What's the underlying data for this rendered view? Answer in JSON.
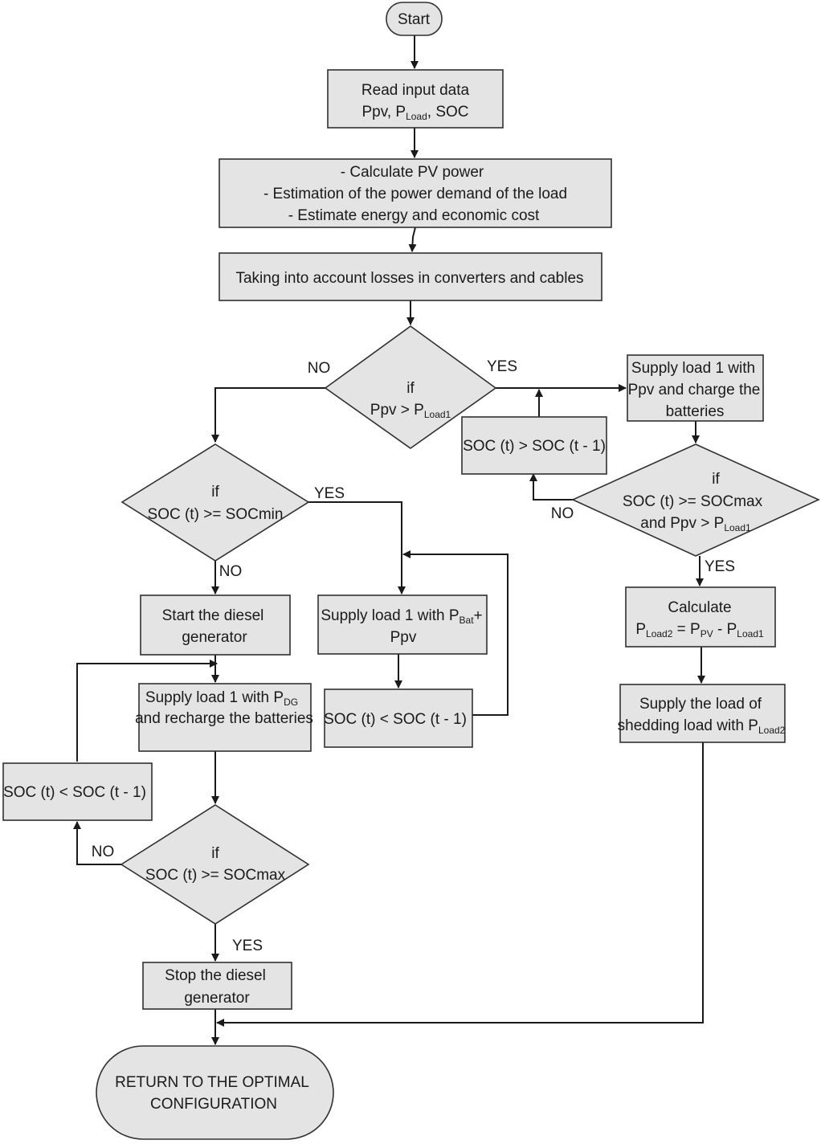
{
  "flowchart": {
    "start": "Start",
    "read": {
      "line1": "Read input data",
      "line2_a": "Ppv, P",
      "line2_sub": "Load",
      "line2_b": ", SOC"
    },
    "calc": {
      "line1": "- Calculate PV power",
      "line2": "- Estimation of the power demand of the load",
      "line3": "- Estimate energy and economic cost"
    },
    "losses": "Taking into account losses in converters and cables",
    "decision1": {
      "line1": "if",
      "line2_a": "Ppv > P",
      "line2_sub": "Load1"
    },
    "supply_pv": {
      "line1": "Supply load 1 with",
      "line2": "Ppv and charge the",
      "line3": "batteries"
    },
    "soc_increase": "SOC (t) > SOC (t - 1)",
    "decision_socmax_pv": {
      "line1": "if",
      "line2": "SOC (t) >= SOCmax",
      "line3_a": "and Ppv > P",
      "line3_sub": "Load1"
    },
    "calculate": {
      "line1": "Calculate",
      "line2_a": "P",
      "line2_sub1": "Load2",
      "line2_b": " = P",
      "line2_sub2": "PV",
      "line2_c": " - P",
      "line2_sub3": "Load1"
    },
    "shedding": {
      "line1": "Supply the load of",
      "line2_a": "shedding load with P",
      "line2_sub": "Load2"
    },
    "decision_socmin": {
      "line1": "if",
      "line2": "SOC (t) >= SOCmin"
    },
    "supply_bat": {
      "line1_a": "Supply load 1 with P",
      "line1_sub": "Bat",
      "line1_b": "+",
      "line2": "Ppv"
    },
    "soc_decrease_bat": "SOC (t) < SOC (t - 1)",
    "start_diesel": {
      "line1": "Start the diesel",
      "line2": "generator"
    },
    "supply_dg": {
      "line1_a": "Supply load 1 with P",
      "line1_sub": "DG",
      "line2": "and recharge the batteries"
    },
    "soc_decrease_dg": "SOC (t) < SOC (t - 1)",
    "decision_socmax_dg": {
      "line1": "if",
      "line2": "SOC (t) >= SOCmax"
    },
    "stop_diesel": {
      "line1": "Stop the diesel",
      "line2": "generator"
    },
    "end": {
      "line1": "RETURN TO THE OPTIMAL",
      "line2": "CONFIGURATION"
    },
    "labels": {
      "d1_no": "NO",
      "d1_yes": "YES",
      "socmin_yes": "YES",
      "socmin_no": "NO",
      "socmax_pv_no": "NO",
      "socmax_pv_yes": "YES",
      "socmax_dg_no": "NO",
      "socmax_dg_yes": "YES"
    }
  }
}
